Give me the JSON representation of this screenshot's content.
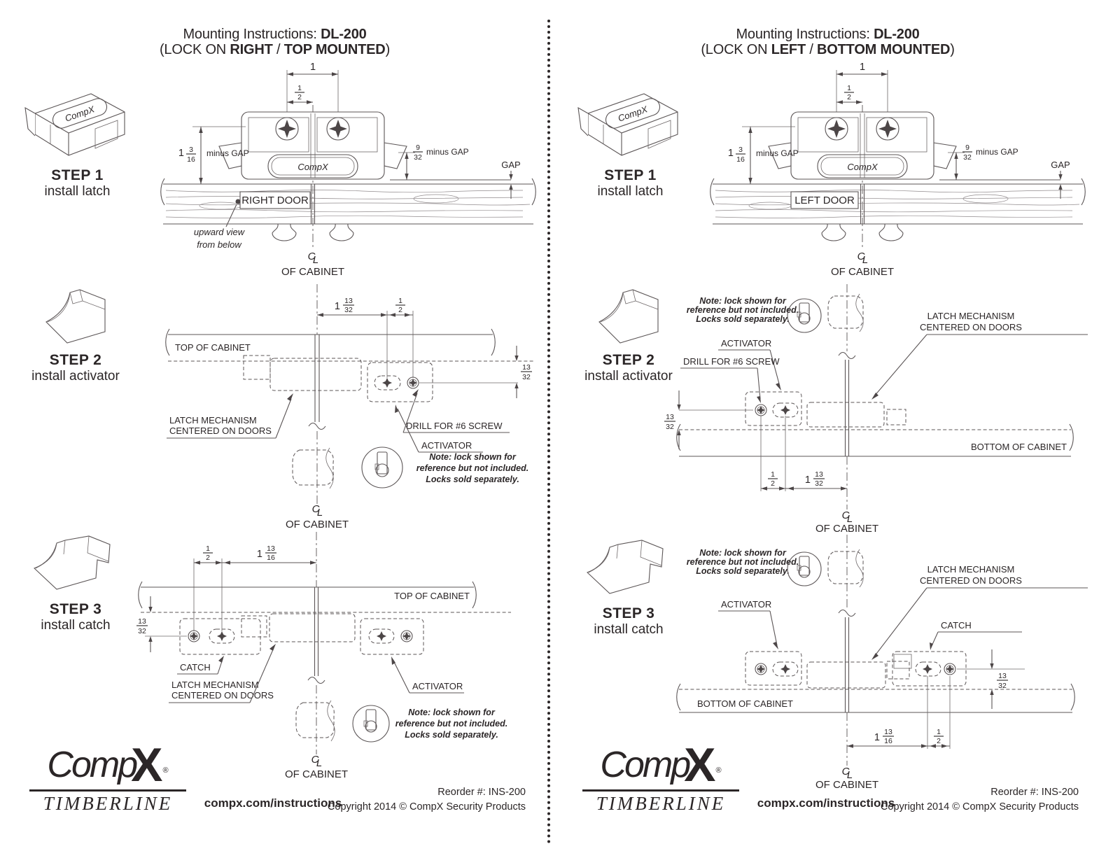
{
  "page": {
    "background": "#ffffff",
    "ink": "#2b2627",
    "line_color": "#5b5556"
  },
  "shared": {
    "title_prefix": "Mounting Instructions: ",
    "title_model": "DL-200",
    "title2_open": "(LOCK ON ",
    "title2_sep": " / ",
    "title2_close": ")",
    "of_cabinet": "OF CABINET",
    "centerline_c": "C",
    "centerline_l": "L",
    "note_lines": [
      "Note: lock shown for",
      "reference but not included.",
      "Locks sold separately."
    ],
    "latch_mech_line1": "LATCH MECHANISM",
    "latch_mech_line2": "CENTERED ON DOORS",
    "activator_label": "ACTIVATOR",
    "catch_label": "CATCH",
    "drill_label": "DRILL FOR #6 SCREW",
    "gap_label": "GAP",
    "minus_gap": "minus GAP",
    "brand": "CompX",
    "dim_1": "1",
    "dim_half": {
      "n": "1",
      "d": "2"
    },
    "dim_1_3_16": {
      "w": "1",
      "n": "3",
      "d": "16"
    },
    "dim_9_32": {
      "n": "9",
      "d": "32"
    },
    "dim_1_13_32": {
      "w": "1",
      "n": "13",
      "d": "32"
    },
    "dim_13_32": {
      "n": "13",
      "d": "32"
    },
    "dim_1_13_16": {
      "w": "1",
      "n": "13",
      "d": "16"
    },
    "steps": [
      {
        "label": "STEP 1",
        "desc": "install latch"
      },
      {
        "label": "STEP 2",
        "desc": "install activator"
      },
      {
        "label": "STEP 3",
        "desc": "install catch"
      }
    ],
    "footer": {
      "logo_comp": "Comp",
      "logo_x": "X",
      "logo_reg": "®",
      "logo_sub": "TIMBERLINE",
      "url": "compx.com/instructions",
      "reorder": "Reorder #: INS-200",
      "copyright": "Copyright 2014 © CompX Security Products"
    }
  },
  "left": {
    "lock_side": "RIGHT",
    "mount_style": "TOP MOUNTED",
    "door_label": "RIGHT DOOR",
    "cabinet_edge": "TOP OF CABINET",
    "upward_note_line1": "upward view",
    "upward_note_line2": "from below"
  },
  "right": {
    "lock_side": "LEFT",
    "mount_style": "BOTTOM MOUNTED",
    "door_label": "LEFT DOOR",
    "cabinet_edge": "BOTTOM OF CABINET"
  }
}
